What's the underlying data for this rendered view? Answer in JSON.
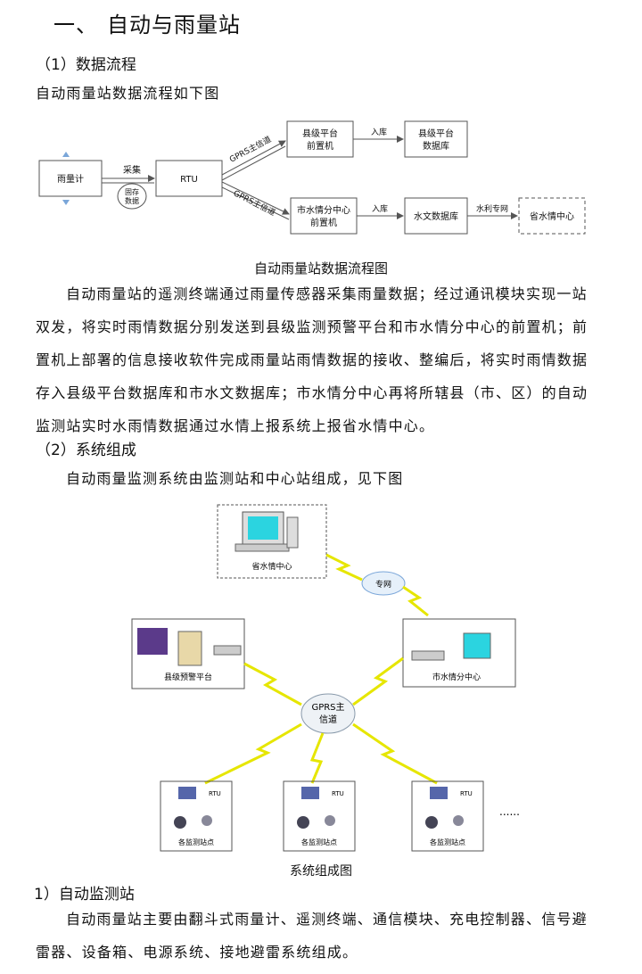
{
  "heading": {
    "number": "一、",
    "title": "自动与雨量站"
  },
  "section1": {
    "title": "（1）数据流程",
    "intro": "自动雨量站数据流程如下图",
    "caption": "自动雨量站数据流程图",
    "flow": {
      "raingauge": "雨量计",
      "collect": "采集",
      "storage": [
        "固存",
        "数据"
      ],
      "rtu": "RTU",
      "gprs_top": "GPRS主信道",
      "gprs_bottom": "GPRS主信道",
      "county_frontend": [
        "县级平台",
        "前置机"
      ],
      "county_db": [
        "县级平台",
        "数据库"
      ],
      "inlib1": "入库",
      "city_frontend": [
        "市水情分中心",
        "前置机"
      ],
      "inlib2": "入库",
      "hydro_db": "水文数据库",
      "water_net": "水利专网",
      "province": "省水情中心"
    },
    "paragraph": [
      "自动雨量站的遥测终端通过雨量传感器采集雨量数据；经过通讯模块实现一站",
      "双发，将实时雨情数据分别发送到县级监测预警平台和市水情分中心的前置机；前",
      "置机上部署的信息接收软件完成雨量站雨情数据的接收、整编后，将实时雨情数据",
      "存入县级平台数据库和市水文数据库；市水情分中心再将所辖县（市、区）的自动",
      "监测站实时水雨情数据通过水情上报系统上报省水情中心。"
    ]
  },
  "section2": {
    "title": "（2）系统组成",
    "intro": "自动雨量监测系统由监测站和中心站组成，见下图",
    "caption": "系统组成图",
    "diagram": {
      "province": "省水情中心",
      "net": "专网",
      "county": "县级预警平台",
      "city": "市水情分中心",
      "gprs": [
        "GPRS主",
        "信道"
      ],
      "rtu": "RTU",
      "station": "各监测站点",
      "more": "......"
    }
  },
  "section3": {
    "title": "1）自动监测站",
    "paragraph": [
      "自动雨量站主要由翻斗式雨量计、遥测终端、通信模块、充电控制器、信号避",
      "雷器、设备箱、电源系统、接地避雷系统组成。"
    ]
  }
}
